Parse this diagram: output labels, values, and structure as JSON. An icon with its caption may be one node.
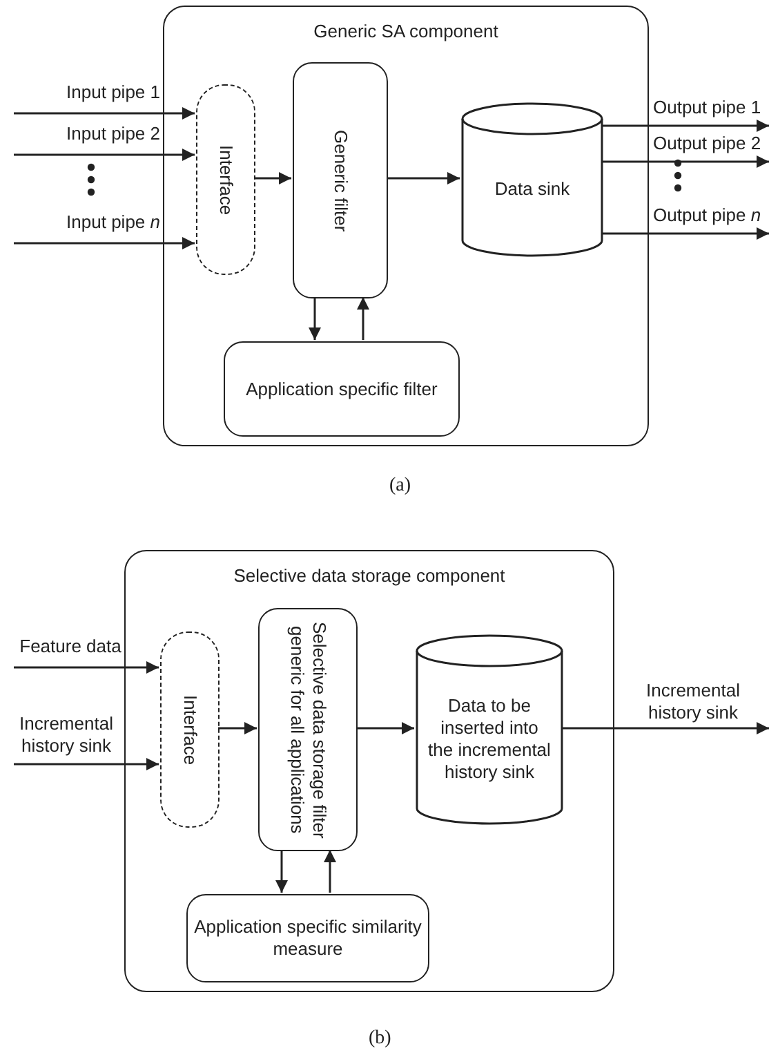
{
  "diagram": {
    "nodes": [
      {
        "text": [
          "Generic SA component"
        ]
      },
      {
        "text": [
          "Interface"
        ],
        "in": 0
      },
      {
        "text": [
          "Generic filter"
        ],
        "in": 0
      },
      {
        "text": [
          "Data sink"
        ],
        "in": 0
      },
      {
        "text": [
          "Application specific filter"
        ],
        "in": 0
      },
      {
        "text": [
          "Selective data storage component"
        ]
      },
      {
        "text": [
          "Interface"
        ],
        "in": 5
      },
      {
        "text": [
          "Selective data storage filter generic for all applications"
        ],
        "in": 5
      },
      {
        "text": [
          "Data to be inserted into the incremental history sink"
        ],
        "in": 5
      },
      {
        "text": [
          "Application specific similarity measure"
        ],
        "in": 5
      }
    ],
    "edges": [
      {
        "from": null,
        "to": 1,
        "arrow": "to",
        "label": "Input pipe 1"
      },
      {
        "from": null,
        "to": 1,
        "arrow": "to",
        "label": "Input pipe 2"
      },
      {
        "from": null,
        "to": 1,
        "arrow": "to",
        "label": "Input pipe *n*"
      },
      {
        "from": 1,
        "to": 2,
        "arrow": "to"
      },
      {
        "from": 2,
        "to": 3,
        "arrow": "to"
      },
      {
        "from": 3,
        "to": null,
        "arrow": "to",
        "label": "Output pipe 1"
      },
      {
        "from": 3,
        "to": null,
        "arrow": "to",
        "label": "Output pipe 2"
      },
      {
        "from": 3,
        "to": null,
        "arrow": "to",
        "label": "Output pipe *n*"
      },
      {
        "from": 2,
        "to": 4,
        "arrow": "to"
      },
      {
        "from": 4,
        "to": 2,
        "arrow": "to"
      },
      {
        "from": null,
        "to": 6,
        "arrow": "to",
        "label": "Feature data"
      },
      {
        "from": null,
        "to": 6,
        "arrow": "to",
        "label": "Incremental history sink"
      },
      {
        "from": 6,
        "to": 7,
        "arrow": "to"
      },
      {
        "from": 7,
        "to": 8,
        "arrow": "to"
      },
      {
        "from": 8,
        "to": null,
        "arrow": "to",
        "label": "Incremental history sink"
      },
      {
        "from": 7,
        "to": 9,
        "arrow": "to"
      },
      {
        "from": 9,
        "to": 7,
        "arrow": "to"
      }
    ],
    "labels": [
      "(a)",
      "(b)"
    ]
  }
}
